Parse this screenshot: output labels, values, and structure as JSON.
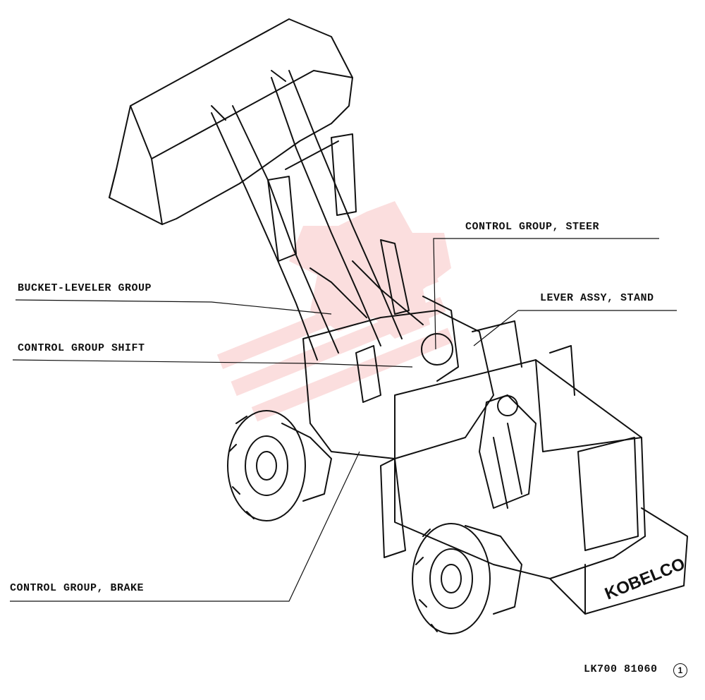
{
  "callouts": {
    "steer": "CONTROL GROUP, STEER",
    "lever_stand": "LEVER ASSY, STAND",
    "bucket_leveler": "BUCKET-LEVELER GROUP",
    "shift": "CONTROL GROUP SHIFT",
    "brake": "CONTROL GROUP, BRAKE"
  },
  "footer": {
    "code": "LK700 81060",
    "sheet": "1"
  },
  "nameplate": "KOBELCO",
  "colors": {
    "ink": "#111111",
    "watermark": "#e8393a"
  }
}
